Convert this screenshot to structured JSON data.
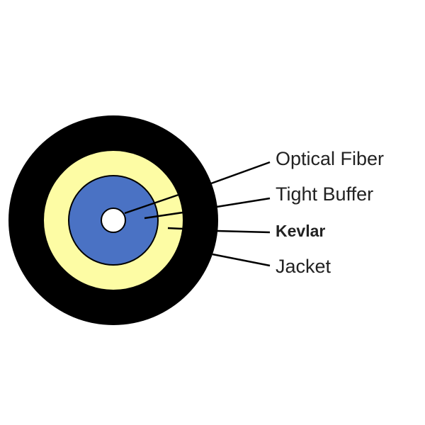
{
  "labels": {
    "optical_fiber": "Optical Fiber",
    "tight_buffer": "Tight Buffer",
    "kevlar": "Kevlar",
    "jacket": "Jacket"
  },
  "colors": {
    "jacket": "#000000",
    "kevlar": "#fdfca4",
    "tight_buffer": "#4a72c4",
    "optical_fiber": "#ffffff"
  }
}
